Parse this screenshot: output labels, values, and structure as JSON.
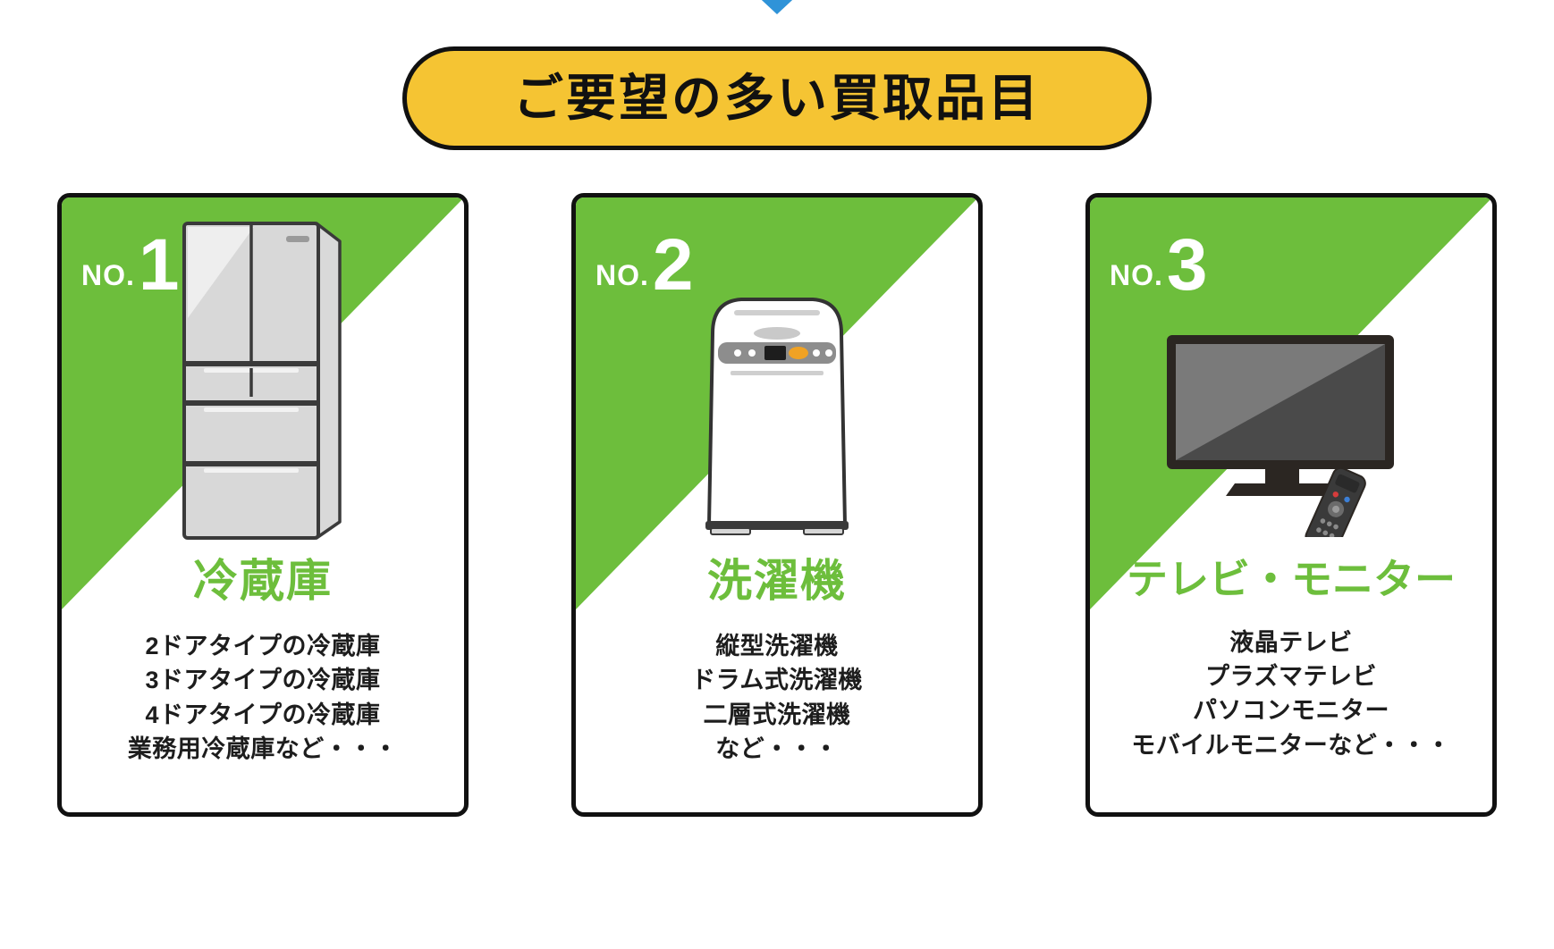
{
  "ornament": {
    "icon": "blue-triangle-ornament",
    "color": "#2f93d8"
  },
  "header": {
    "title": "ご要望の多い買取品目",
    "pill_color": "#f5c433",
    "border_color": "#111111"
  },
  "theme": {
    "green": "#6dbe3c",
    "black": "#111111",
    "white": "#ffffff"
  },
  "cards": [
    {
      "rank_prefix": "NO.",
      "rank_number": "1",
      "icon": "refrigerator-icon",
      "title": "冷蔵庫",
      "items": [
        "2ドアタイプの冷蔵庫",
        "3ドアタイプの冷蔵庫",
        "4ドアタイプの冷蔵庫",
        "業務用冷蔵庫など・・・"
      ]
    },
    {
      "rank_prefix": "NO.",
      "rank_number": "2",
      "icon": "washing-machine-icon",
      "title": "洗濯機",
      "items": [
        "縦型洗濯機",
        "ドラム式洗濯機",
        "二層式洗濯機",
        "など・・・"
      ]
    },
    {
      "rank_prefix": "NO.",
      "rank_number": "3",
      "icon": "television-monitor-icon",
      "title": "テレビ・モニター",
      "items": [
        "液晶テレビ",
        "プラズマテレビ",
        "パソコンモニター",
        "モバイルモニターなど・・・"
      ]
    }
  ]
}
